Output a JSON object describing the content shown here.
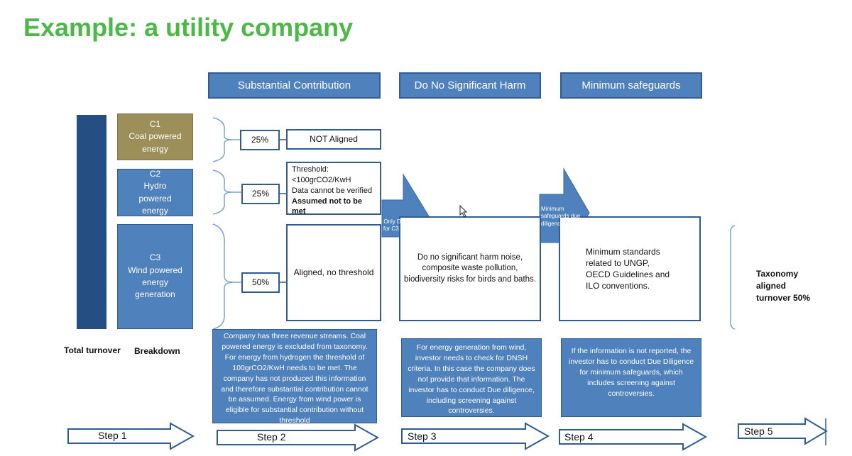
{
  "title": "Example: a utility company",
  "headers": {
    "sc": "Substantial Contribution",
    "dnsh": "Do No Significant Harm",
    "ms": "Minimum safeguards"
  },
  "activities": {
    "c1": {
      "code": "C1",
      "name": "Coal powered energy",
      "color": "#9c8f5a"
    },
    "c2": {
      "code": "C2",
      "name": "Hydro powered energy",
      "color": "#4f81bd"
    },
    "c3": {
      "code": "C3",
      "name": "Wind powered energy generation",
      "color": "#4f81bd"
    }
  },
  "percentages": {
    "c1": "25%",
    "c2": "25%",
    "c3": "50%"
  },
  "assessments": {
    "c1": "NOT Aligned",
    "c2": {
      "line1": "Threshold:",
      "line2": "<100grCO2/KwH",
      "line3": "Data cannot be verified",
      "bold": "Assumed not to be met"
    },
    "c3": "Aligned, no threshold"
  },
  "arrows": {
    "dnsh": "Only DNSH for C3 Wind",
    "ms": "Minimum safeguards due diligence"
  },
  "dnsh_box": "Do no significant harm noise, composite waste pollution, biodiversity risks for birds and baths.",
  "ms_box": "Minimum standards related to UNGP, OECD Guidelines and ILO conventions.",
  "result": "Taxonomy aligned turnover 50%",
  "labels": {
    "total": "Total turnover",
    "breakdown": "Breakdown"
  },
  "descriptions": {
    "step2": "Company has three revenue streams. Coal powered energy is excluded from taxonomy. For energy from hydrogen the threshold of 100grCO2/KwH needs to be met. The company has not produced this information and therefore substantial contribution cannot be assumed. Energy from wind power is eligible for substantial contribution without threshold",
    "step3": "For energy generation from wind, investor needs to check for DNSH criteria. In this case the company does not provide that information. The investor has to conduct Due diligence, including screening against controversies.",
    "step4": "If the information is not reported, the investor has to conduct Due Diligence for minimum safeguards, which includes screening against controversies."
  },
  "steps": [
    "Step 1",
    "Step 2",
    "Step 3",
    "Step 4",
    "Step 5"
  ],
  "colors": {
    "title": "#4cb847",
    "box_blue": "#4f81bd",
    "border_blue": "#2e5c93",
    "total_bar": "#254e82"
  }
}
